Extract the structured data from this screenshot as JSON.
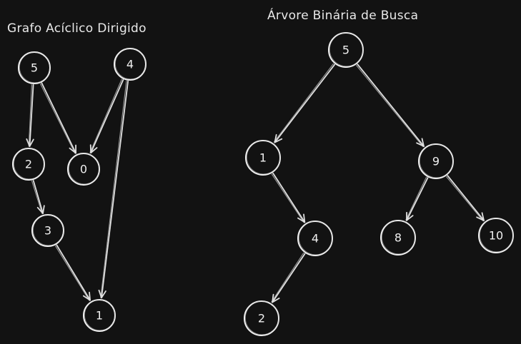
{
  "dag": {
    "title": "Grafo Acíclico Dirigido",
    "nodes": [
      {
        "id": "dag-5",
        "label": "5"
      },
      {
        "id": "dag-4",
        "label": "4"
      },
      {
        "id": "dag-2",
        "label": "2"
      },
      {
        "id": "dag-0",
        "label": "0"
      },
      {
        "id": "dag-3",
        "label": "3"
      },
      {
        "id": "dag-1",
        "label": "1"
      }
    ],
    "edges": [
      {
        "from": "dag-5",
        "to": "dag-2"
      },
      {
        "from": "dag-5",
        "to": "dag-0"
      },
      {
        "from": "dag-4",
        "to": "dag-0"
      },
      {
        "from": "dag-4",
        "to": "dag-1"
      },
      {
        "from": "dag-2",
        "to": "dag-3"
      },
      {
        "from": "dag-3",
        "to": "dag-1"
      }
    ]
  },
  "bst": {
    "title": "Árvore Binária de Busca",
    "nodes": [
      {
        "id": "bst-5",
        "label": "5"
      },
      {
        "id": "bst-1",
        "label": "1"
      },
      {
        "id": "bst-9",
        "label": "9"
      },
      {
        "id": "bst-4",
        "label": "4"
      },
      {
        "id": "bst-8",
        "label": "8"
      },
      {
        "id": "bst-10",
        "label": "10"
      },
      {
        "id": "bst-2",
        "label": "2"
      }
    ],
    "edges": [
      {
        "from": "bst-5",
        "to": "bst-1"
      },
      {
        "from": "bst-5",
        "to": "bst-9"
      },
      {
        "from": "bst-1",
        "to": "bst-4"
      },
      {
        "from": "bst-9",
        "to": "bst-8"
      },
      {
        "from": "bst-9",
        "to": "bst-10"
      },
      {
        "from": "bst-4",
        "to": "bst-2"
      }
    ]
  },
  "colors": {
    "background": "#121212",
    "stroke": "#f0f0f0",
    "text": "#e8e8e8"
  }
}
